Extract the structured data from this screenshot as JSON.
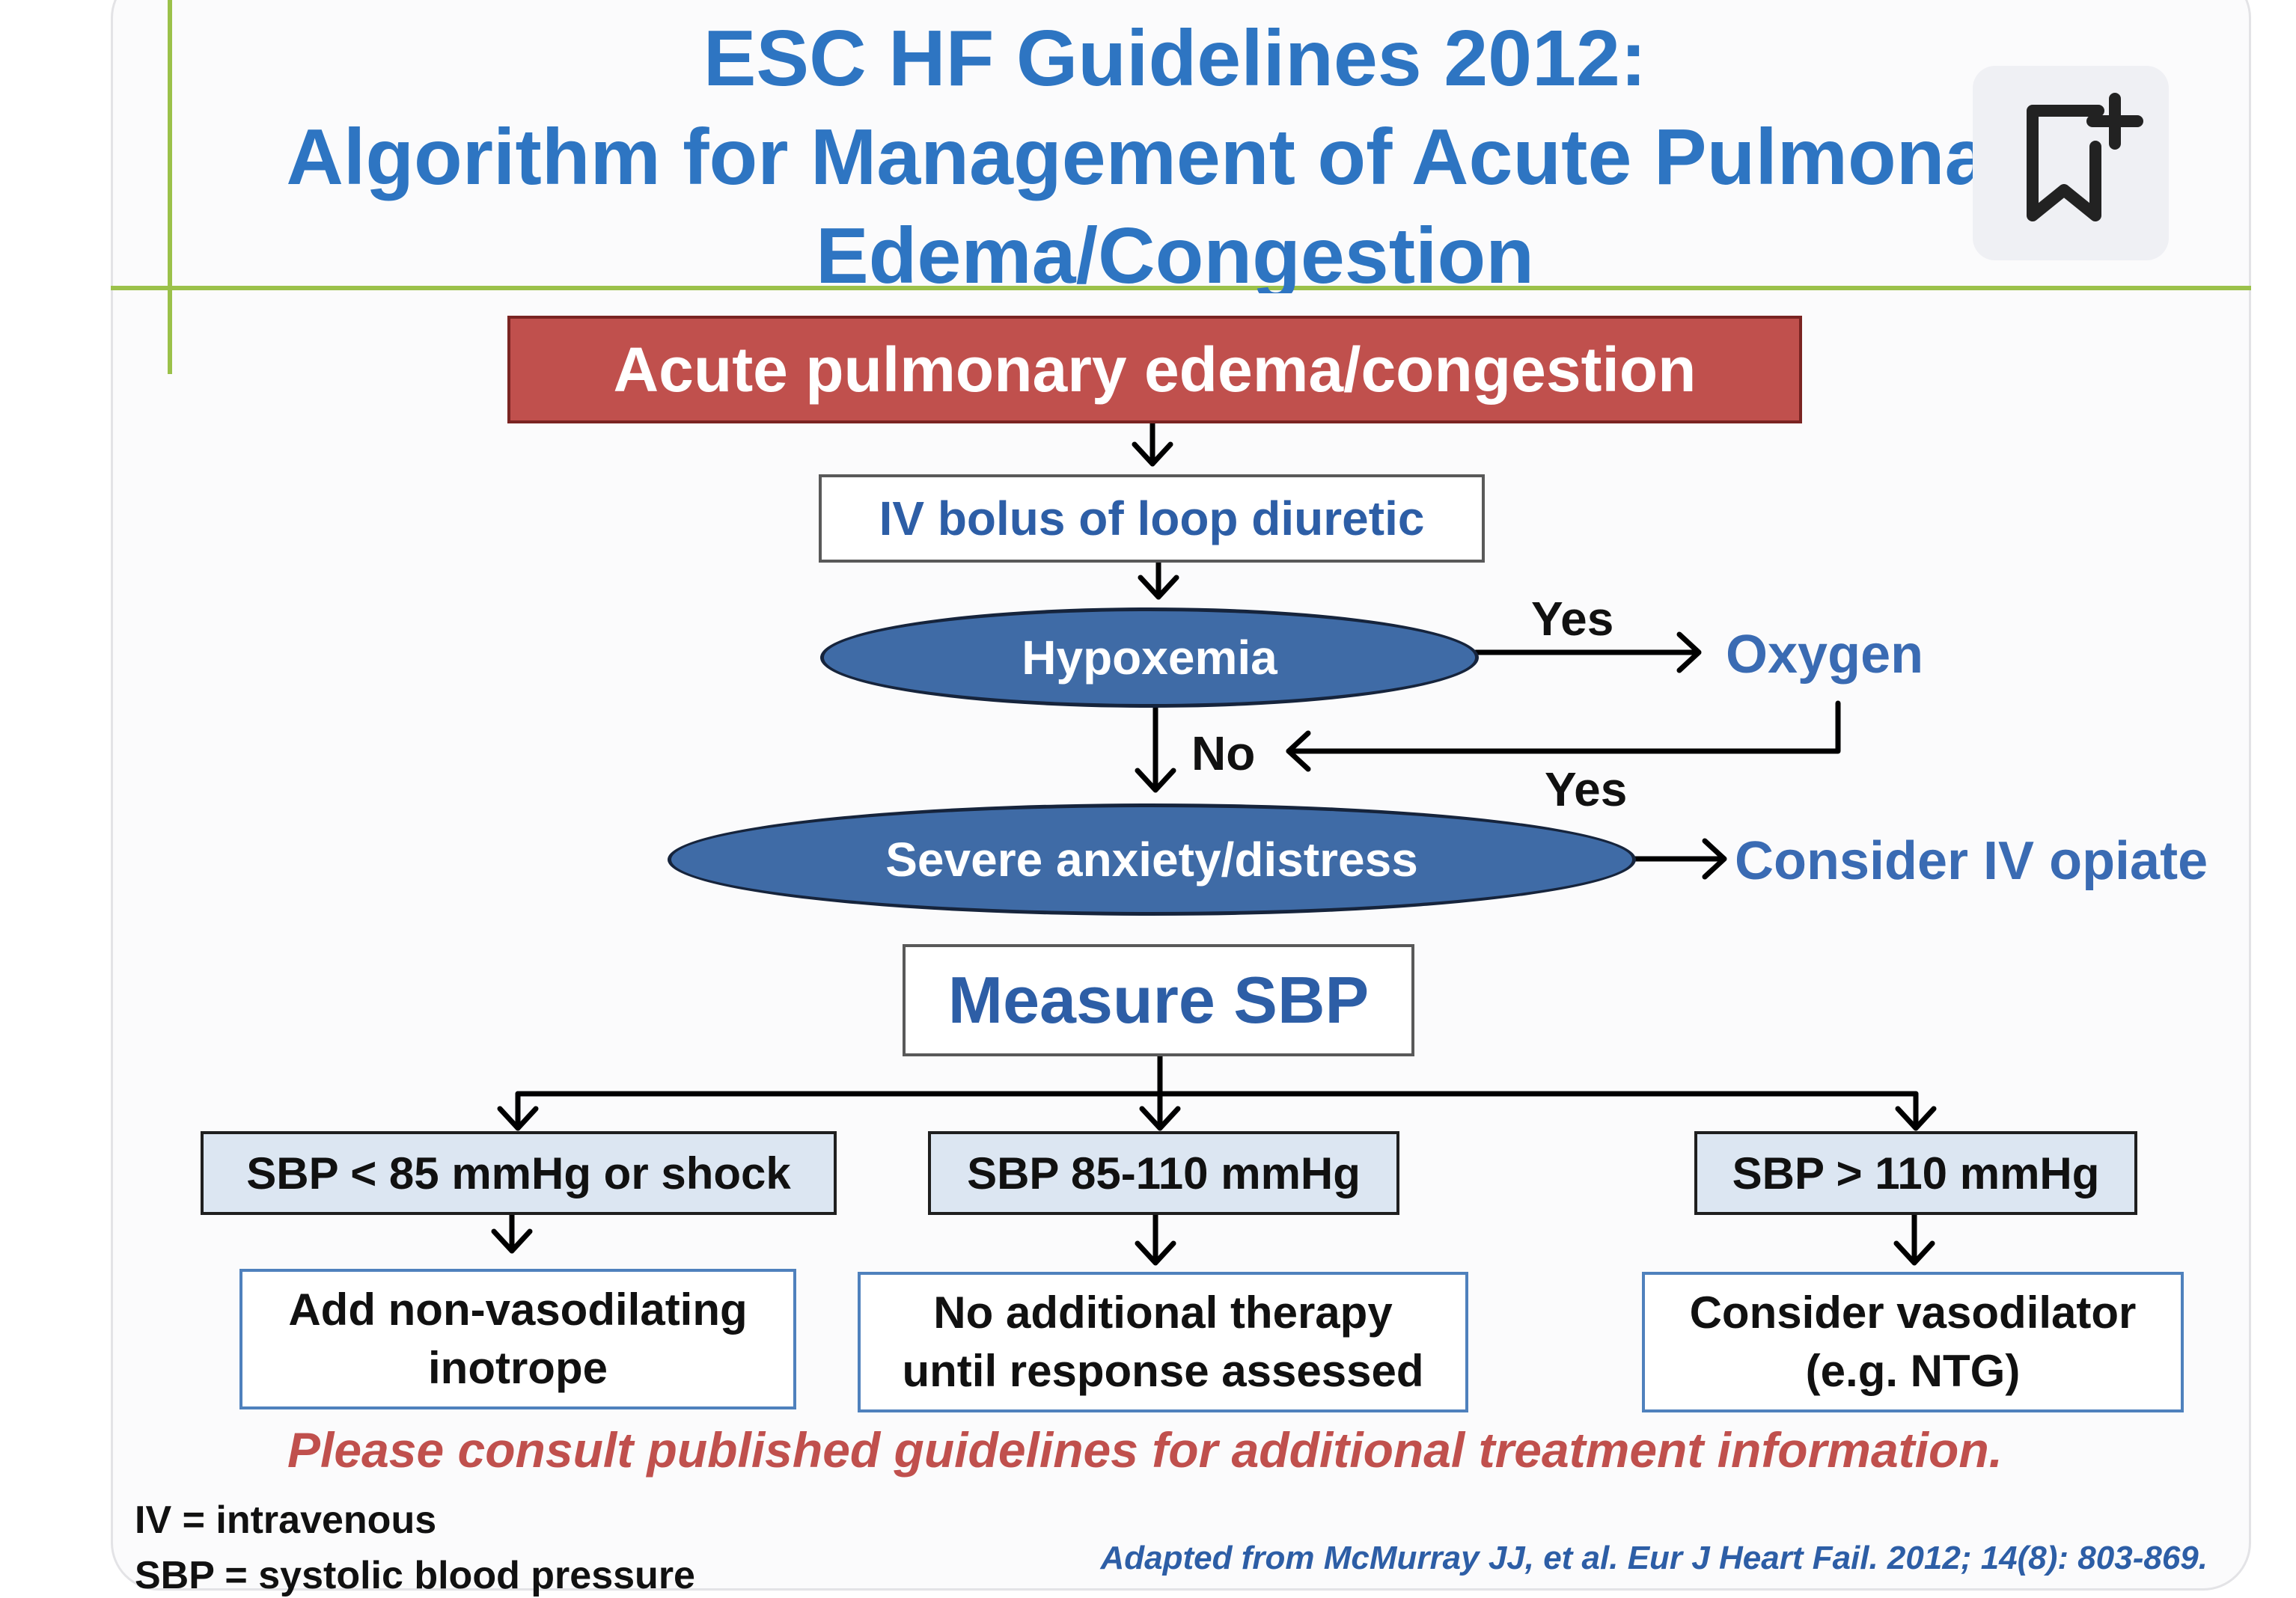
{
  "title": {
    "line1": "ESC HF Guidelines 2012:",
    "line2": "Algorithm for Management of Acute Pulmonary",
    "line3": "Edema/Congestion"
  },
  "bookmark_button": {
    "icon": "bookmark-add-icon"
  },
  "flow": {
    "start": "Acute pulmonary edema/congestion",
    "diuretic": "IV bolus of loop diuretic",
    "hypoxemia": "Hypoxemia",
    "hypoxemia_yes": "Yes",
    "oxygen": "Oxygen",
    "no": "No",
    "anxiety": "Severe anxiety/distress",
    "anxiety_yes": "Yes",
    "opiate": "Consider IV opiate",
    "measure": "Measure SBP",
    "branches": [
      {
        "condition": "SBP < 85 mmHg or shock",
        "action_line1": "Add non-vasodilating",
        "action_line2": "inotrope"
      },
      {
        "condition": "SBP 85-110 mmHg",
        "action_line1": "No additional therapy",
        "action_line2": "until response assessed"
      },
      {
        "condition": "SBP > 110 mmHg",
        "action_line1": "Consider vasodilator",
        "action_line2": "(e.g. NTG)"
      }
    ]
  },
  "footer": {
    "note": "Please consult published guidelines for additional treatment information.",
    "abbr1": "IV = intravenous",
    "abbr2": "SBP = systolic blood pressure",
    "citation": "Adapted from McMurray JJ, et al. Eur J Heart Fail. 2012; 14(8): 803-869."
  },
  "colors": {
    "title_blue": "#2e75c2",
    "start_red": "#c0504d",
    "ellipse_blue": "#3f6ba6",
    "condition_fill": "#dce6f2",
    "rule_green": "#9bc14a"
  }
}
